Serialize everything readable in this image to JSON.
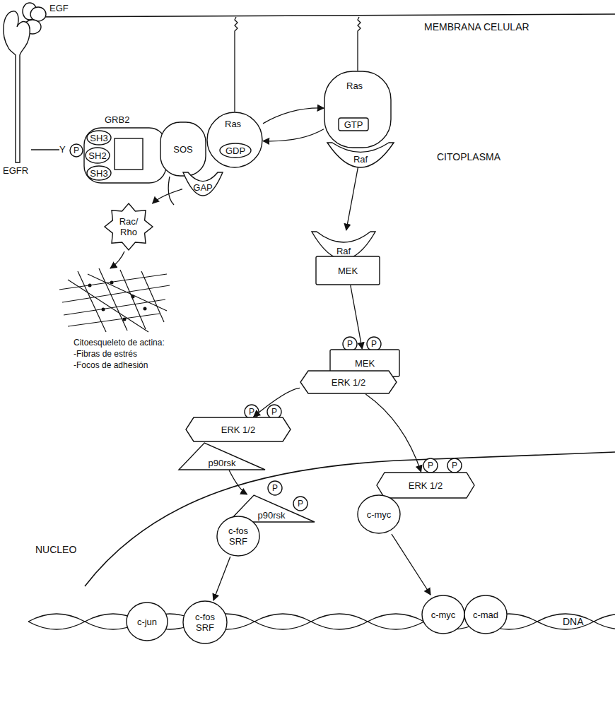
{
  "diagram": {
    "nodes": [
      {
        "text": [
          "EGF"
        ]
      },
      {
        "text": [
          "EGFR"
        ]
      },
      {
        "text": [
          "P"
        ]
      },
      {
        "text": [
          "GRB2"
        ]
      },
      {
        "text": [
          "SH3"
        ],
        "in": 3
      },
      {
        "text": [
          "SH2"
        ],
        "in": 3
      },
      {
        "text": [
          "SH3"
        ],
        "in": 3
      },
      {
        "text": [
          "SOS"
        ]
      },
      {
        "text": [
          "Ras"
        ]
      },
      {
        "text": [
          "GDP"
        ],
        "in": 8
      },
      {
        "text": [
          "Ras"
        ]
      },
      {
        "text": [
          "GTP"
        ],
        "in": 10
      },
      {
        "text": [
          "Raf"
        ]
      },
      {
        "text": [
          "GAP"
        ]
      },
      {
        "text": [
          "Rac/ Rho"
        ]
      },
      {
        "text": [
          "Raf"
        ]
      },
      {
        "text": [
          "MEK"
        ]
      },
      {
        "text": [
          "P"
        ]
      },
      {
        "text": [
          "P"
        ]
      },
      {
        "text": [
          "MEK"
        ]
      },
      {
        "text": [
          "ERK 1/2"
        ]
      },
      {
        "text": [
          "P"
        ]
      },
      {
        "text": [
          "P"
        ]
      },
      {
        "text": [
          "ERK 1/2"
        ]
      },
      {
        "text": [
          "p90rsk"
        ]
      },
      {
        "text": [
          "P"
        ]
      },
      {
        "text": [
          "P"
        ]
      },
      {
        "text": [
          "p90rsk"
        ]
      },
      {
        "text": [
          "c-fos SRF"
        ]
      },
      {
        "text": [
          "P"
        ]
      },
      {
        "text": [
          "P"
        ]
      },
      {
        "text": [
          "ERK 1/2"
        ]
      },
      {
        "text": [
          "c-myc"
        ]
      },
      {
        "text": [
          "c-jun"
        ]
      },
      {
        "text": [
          "c-fos SRF"
        ]
      },
      {
        "text": [
          "c-myc"
        ]
      },
      {
        "text": [
          "c-mad"
        ]
      }
    ],
    "edges": [
      {
        "from": 8,
        "to": 10,
        "arrow": "to"
      },
      {
        "from": 10,
        "to": 8,
        "arrow": "to"
      },
      {
        "from": 13,
        "to": 14,
        "arrow": "to"
      },
      {
        "from": 12,
        "to": 15,
        "arrow": "to"
      },
      {
        "from": 16,
        "to": 19,
        "arrow": "to"
      },
      {
        "from": 20,
        "to": 23,
        "arrow": "to"
      },
      {
        "from": 20,
        "to": 31,
        "arrow": "to"
      },
      {
        "from": 24,
        "to": 27,
        "arrow": "to"
      },
      {
        "from": 28,
        "to": 34,
        "arrow": "to"
      },
      {
        "from": 32,
        "to": 35,
        "arrow": "to"
      }
    ],
    "labels": [
      "Y",
      "MEMBRANA CELULAR",
      "CITOPLASMA",
      "NUCLEO",
      "Citoesqueleto de actina:",
      "-Fibras de estrés",
      "-Focos de adhesión",
      "DNA"
    ]
  }
}
